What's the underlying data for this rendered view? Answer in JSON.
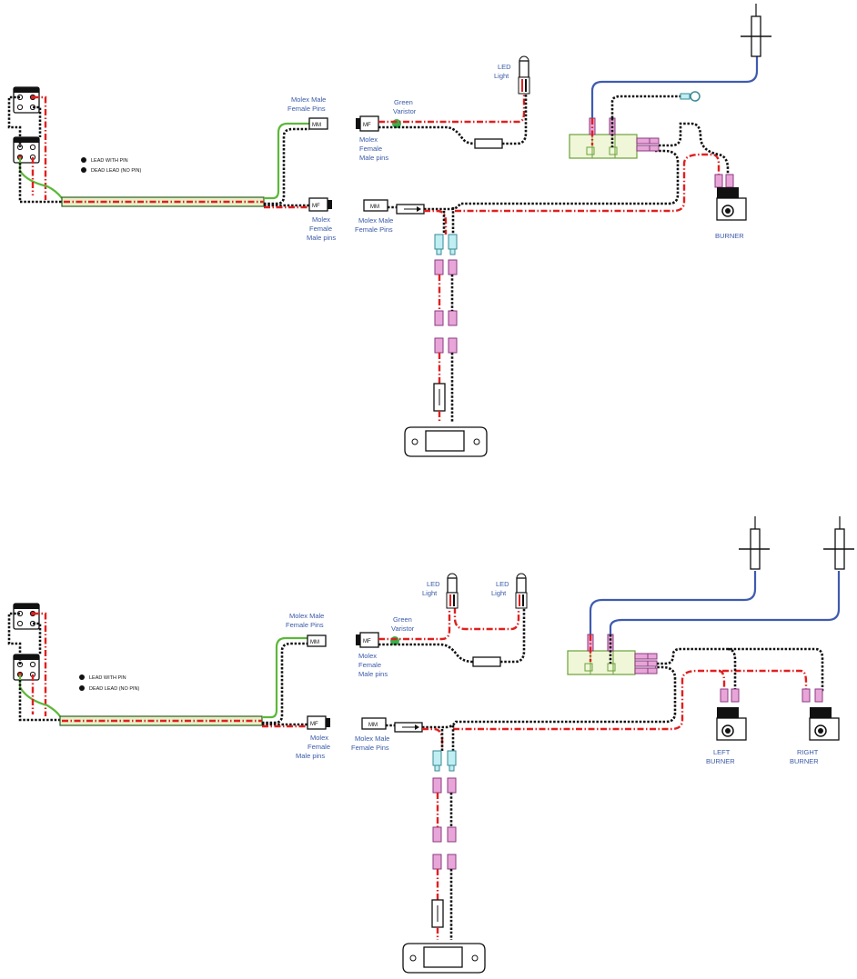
{
  "diagrams": [
    {
      "legend": {
        "lead_with_pin": "LEAD WITH PIN",
        "dead_lead": "DEAD LEAD (NO PIN)"
      },
      "labels": {
        "molex_male_female_pins_top": "Molex Male Female Pins",
        "molex_female_male_pins": "Molex Female Male pins",
        "molex_female_male_pins_left": "Molex Female Male pins",
        "molex_male_female_pins_bottom": "Molex Male Female Pins",
        "green_varistor": "Green Varistor",
        "led_light": "LED Light",
        "burner": "BURNER"
      },
      "connector_tags": {
        "mm": "MM",
        "mf": "MF"
      }
    },
    {
      "legend": {
        "lead_with_pin": "LEAD WITH PIN",
        "dead_lead": "DEAD LEAD (NO PIN)"
      },
      "labels": {
        "molex_male_female_pins_top": "Molex Male Female Pins",
        "molex_female_male_pins": "Molex Female Male pins",
        "molex_female_male_pins_left": "Molex Female Male pins",
        "molex_male_female_pins_bottom": "Molex Male Female Pins",
        "green_varistor": "Green Varistor",
        "led_light_left": "LED Light",
        "led_light_right": "LED Light",
        "left_burner": "LEFT BURNER",
        "right_burner": "RIGHT BURNER"
      },
      "connector_tags": {
        "mm": "MM",
        "mf": "MF"
      }
    }
  ],
  "colors": {
    "hot_wire": "#e02020",
    "neutral_wire": "#111111",
    "ground_wire": "#5cb83a",
    "sensor_wire": "#3f5bb0",
    "terminal_pink": "#e8a6d8",
    "terminal_cyan": "#bfeef3",
    "label_blue": "#3a5aa8"
  }
}
